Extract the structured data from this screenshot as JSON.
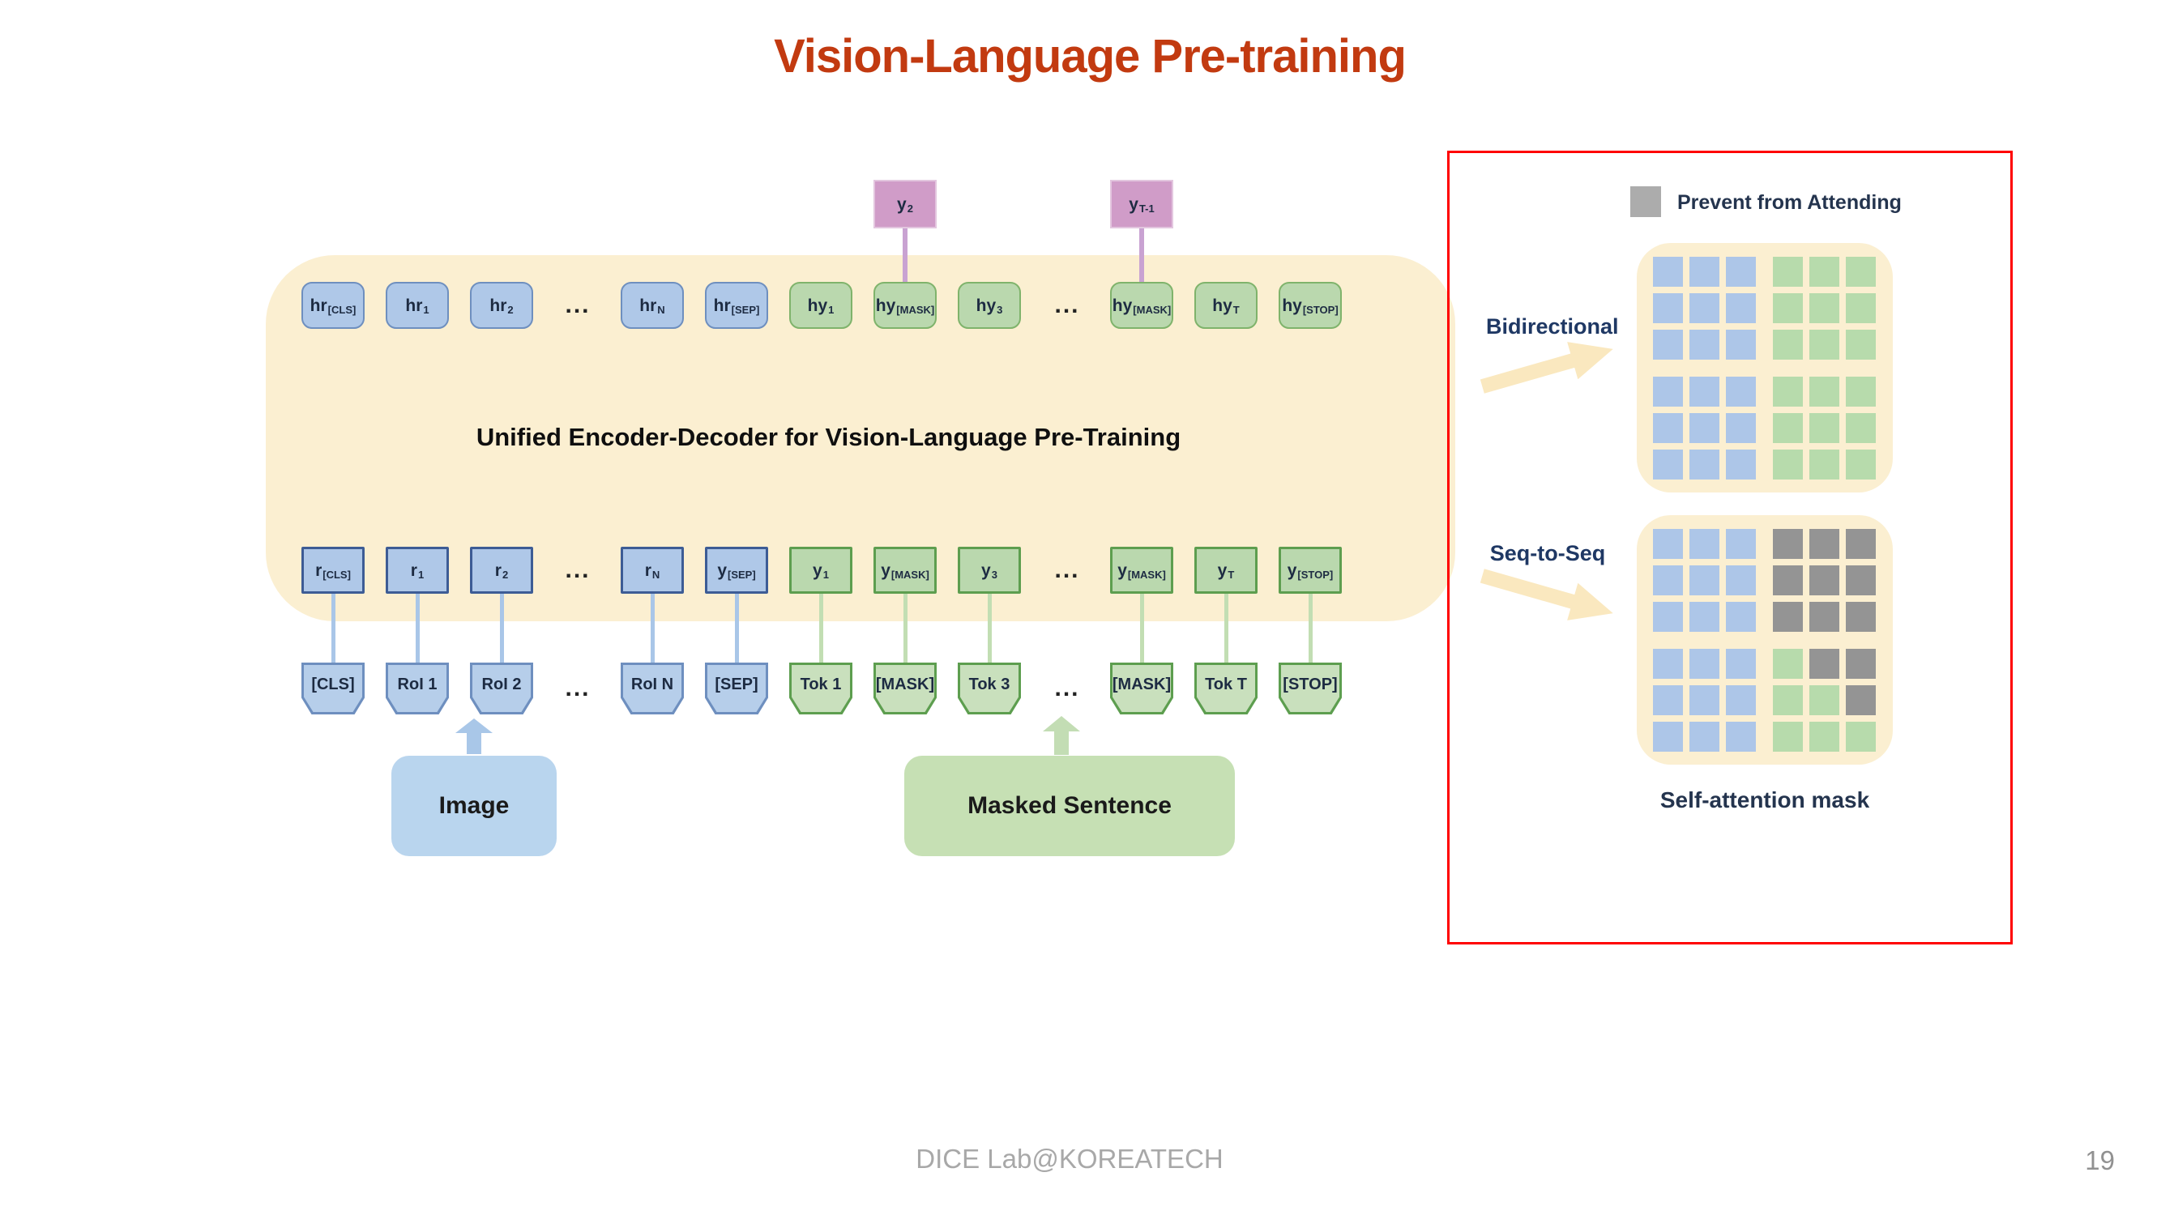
{
  "slide": {
    "title": "Vision-Language Pre-training",
    "footer": "DICE Lab@KOREATECH",
    "page_number": "19"
  },
  "encoder": {
    "label": "Unified Encoder-Decoder for Vision-Language Pre-Training",
    "image_box_label": "Image",
    "masked_sentence_box_label": "Masked Sentence"
  },
  "outputs": [
    {
      "main": "y",
      "sub": "2",
      "column": 7
    },
    {
      "main": "y",
      "sub": "T-1",
      "column": 10
    }
  ],
  "hidden_row": [
    {
      "main": "hr",
      "sub": "[CLS]",
      "type": "blue"
    },
    {
      "main": "hr",
      "sub": "1",
      "type": "blue"
    },
    {
      "main": "hr",
      "sub": "2",
      "type": "blue"
    },
    {
      "type": "dots",
      "label": "..."
    },
    {
      "main": "hr",
      "sub": "N",
      "type": "blue"
    },
    {
      "main": "hr",
      "sub": "[SEP]",
      "type": "blue"
    },
    {
      "main": "hy",
      "sub": "1",
      "type": "green"
    },
    {
      "main": "hy",
      "sub": "[MASK]",
      "type": "green"
    },
    {
      "main": "hy",
      "sub": "3",
      "type": "green"
    },
    {
      "type": "dots",
      "label": "..."
    },
    {
      "main": "hy",
      "sub": "[MASK]",
      "type": "green"
    },
    {
      "main": "hy",
      "sub": "T",
      "type": "green"
    },
    {
      "main": "hy",
      "sub": "[STOP]",
      "type": "green"
    }
  ],
  "embedding_row": [
    {
      "main": "r",
      "sub": "[CLS]",
      "type": "blue"
    },
    {
      "main": "r",
      "sub": "1",
      "type": "blue"
    },
    {
      "main": "r",
      "sub": "2",
      "type": "blue"
    },
    {
      "type": "dots",
      "label": "..."
    },
    {
      "main": "r",
      "sub": "N",
      "type": "blue"
    },
    {
      "main": "y",
      "sub": "[SEP]",
      "type": "blue"
    },
    {
      "main": "y",
      "sub": "1",
      "type": "green"
    },
    {
      "main": "y",
      "sub": "[MASK]",
      "type": "green"
    },
    {
      "main": "y",
      "sub": "3",
      "type": "green"
    },
    {
      "type": "dots",
      "label": "..."
    },
    {
      "main": "y",
      "sub": "[MASK]",
      "type": "green"
    },
    {
      "main": "y",
      "sub": "T",
      "type": "green"
    },
    {
      "main": "y",
      "sub": "[STOP]",
      "type": "green"
    }
  ],
  "token_row": [
    {
      "label": "[CLS]",
      "type": "blue"
    },
    {
      "label": "RoI 1",
      "type": "blue"
    },
    {
      "label": "RoI 2",
      "type": "blue"
    },
    {
      "type": "dots",
      "label": "..."
    },
    {
      "label": "RoI N",
      "type": "blue"
    },
    {
      "label": "[SEP]",
      "type": "blue"
    },
    {
      "label": "Tok 1",
      "type": "green"
    },
    {
      "label": "[MASK]",
      "type": "green"
    },
    {
      "label": "Tok 3",
      "type": "green"
    },
    {
      "type": "dots",
      "label": "..."
    },
    {
      "label": "[MASK]",
      "type": "green"
    },
    {
      "label": "Tok T",
      "type": "green"
    },
    {
      "label": "[STOP]",
      "type": "green"
    }
  ],
  "mask_panel": {
    "legend_label": "Prevent from Attending",
    "bidirectional_label": "Bidirectional",
    "seq_to_seq_label": "Seq-to-Seq",
    "caption": "Self-attention mask",
    "grids": {
      "bidirectional": [
        "BBBGGG",
        "BBBGGG",
        "BBBGGG",
        "BBBGGG",
        "BBBGGG",
        "BBBGGG"
      ],
      "seq_to_seq": [
        "BBBXXX",
        "BBBXXX",
        "BBBXXX",
        "BBBGXX",
        "BBBGGX",
        "BBBGGG"
      ]
    }
  },
  "colors": {
    "title_red": "#C23A10",
    "panel_yellow": "#FBEFD1",
    "blue_fill": "#AFC8E8",
    "blue_border": "#6E8FBF",
    "blue_dark_border": "#3D5C95",
    "green_fill": "#BAD8AE",
    "green_border": "#7FB36B",
    "green_dark_border": "#5D9E4F",
    "token_blue_fill": "#B6CEEA",
    "token_green_fill": "#C9E0BD",
    "pink_fill": "#D09CC8",
    "pink_border": "#E3C6DF",
    "grid_blue": "#ADC6E8",
    "grid_green": "#B7DBAC",
    "grid_gray": "#949494",
    "arrow_yellow": "#FAE8BF",
    "frame_red": "#FF0000"
  }
}
